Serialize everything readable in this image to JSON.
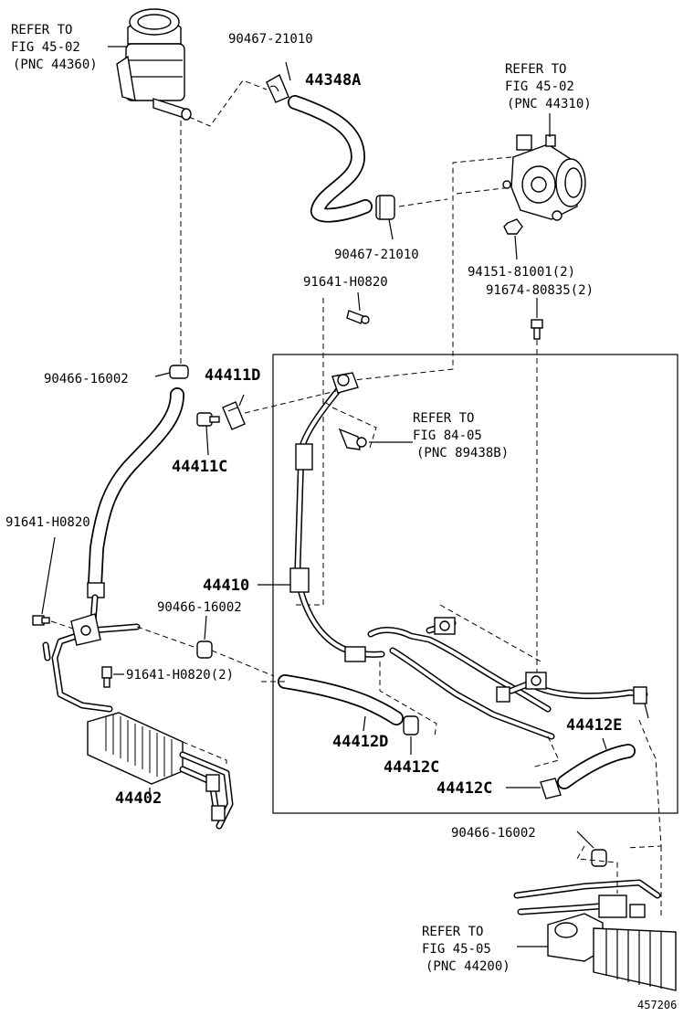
{
  "diagram_id": "457206",
  "references": {
    "reservoir": {
      "line1": "REFER TO",
      "line2": "FIG 45-02",
      "line3": "(PNC 44360)"
    },
    "pump": {
      "line1": "REFER TO",
      "line2": "FIG 45-02",
      "line3": "(PNC 44310)"
    },
    "sensor": {
      "line1": "REFER TO",
      "line2": "FIG 84-05",
      "line3": "(PNC 89438B)"
    },
    "gear": {
      "line1": "REFER TO",
      "line2": "FIG 45-05",
      "line3": "(PNC 44200)"
    }
  },
  "part_labels": {
    "clamp_top": "90467-21010",
    "hose_44348a": "44348A",
    "clamp_pump": "90467-21010",
    "nut_pump": "94151-81001(2)",
    "bolt_pump": "91674-80835(2)",
    "bolt_sensor": "91641-H0820",
    "clamp_left": "90466-16002",
    "clamp_44411d": "44411D",
    "clip_44411c": "44411C",
    "bolt_left": "91641-H0820",
    "tube_44410": "44410",
    "clamp_mid": "90466-16002",
    "bolt_mid": "91641-H0820(2)",
    "hose_44412d": "44412D",
    "clamp_44412c_a": "44412C",
    "hose_44412e": "44412E",
    "clamp_44412c_b": "44412C",
    "cooler_44402": "44402",
    "clamp_bottom": "90466-16002"
  }
}
